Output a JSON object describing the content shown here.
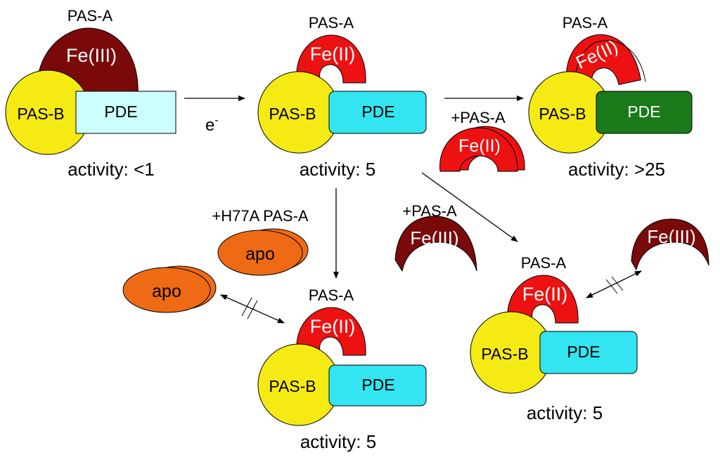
{
  "colors": {
    "pas_b": "#f5ea14",
    "pde_pale": "#ccffff",
    "pde_cyan": "#33e5f0",
    "pde_green": "#1a7a1a",
    "fe3": "#7a0a0a",
    "fe2": "#ee1111",
    "apo": "#ee6a14"
  },
  "labels": {
    "pas_a": "PAS-A",
    "pas_b": "PAS-B",
    "pde": "PDE",
    "fe3": "Fe(III)",
    "fe2": "Fe(II)",
    "apo": "apo",
    "electron": "e",
    "electron_sup": "-",
    "plus_pas_a": "+PAS-A",
    "plus_h77a": "+H77A PAS-A"
  },
  "activities": {
    "fe3_complex": "activity: <1",
    "fe2_complex": "activity: 5",
    "fe2_plus_pas_a": "activity: >25",
    "h77a_complex": "activity: 5",
    "fe3_pas_a_complex": "activity: 5"
  }
}
